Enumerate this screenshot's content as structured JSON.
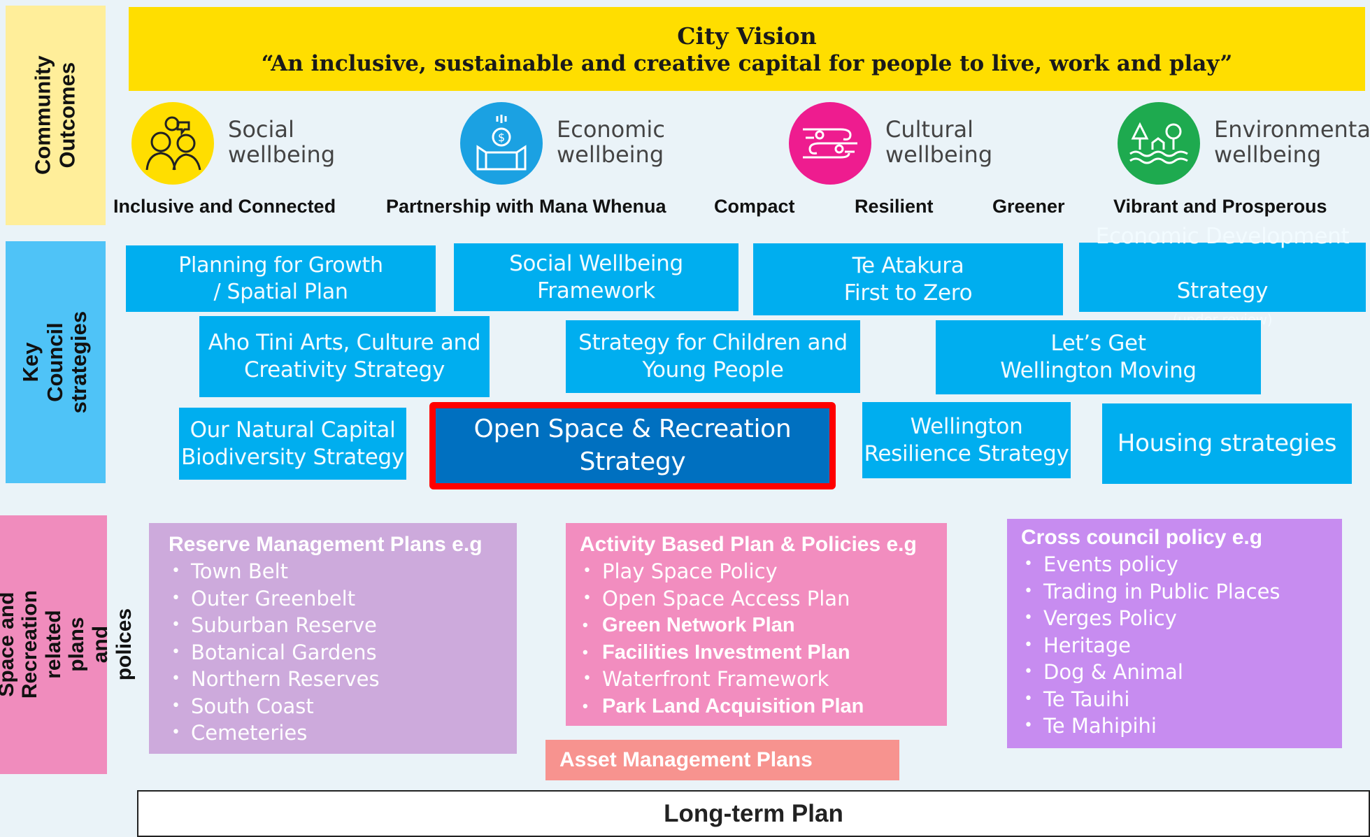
{
  "bands": {
    "community": "Community\nOutcomes",
    "strategies": "Key Council\nstrategies",
    "plans": "Open Space and\nRecreation related plans\nand polices"
  },
  "vision": {
    "title": "City Vision",
    "quote": "“An inclusive, sustainable and creative capital for people to live, work and play”"
  },
  "wellbeing": [
    {
      "label": "Social\nwellbeing",
      "icon": "people-talking-icon",
      "color": "#ffde00"
    },
    {
      "label": "Economic\nwellbeing",
      "icon": "money-box-icon",
      "color": "#1ba1e2"
    },
    {
      "label": "Cultural\nwellbeing",
      "icon": "koru-pattern-icon",
      "color": "#ee1c8f"
    },
    {
      "label": "Environmental\nwellbeing",
      "icon": "tree-water-icon",
      "color": "#1eaa4f"
    }
  ],
  "outcomes": [
    "Inclusive and Connected",
    "Partnership with Mana Whenua",
    "Compact",
    "Resilient",
    "Greener",
    "Vibrant and Prosperous"
  ],
  "strategies": {
    "planning_growth": "Planning for Growth\n/ Spatial Plan",
    "social_framework": "Social Wellbeing\nFramework",
    "te_atakura": "Te Atakura\nFirst to Zero",
    "econ_dev": "Economic Development",
    "econ_dev_line2": "Strategy",
    "econ_dev_note": "(under review)",
    "aho_tini": "Aho Tini Arts, Culture and\nCreativity Strategy",
    "children": "Strategy for Children and\nYoung People",
    "lgwm": "Let’s Get\nWellington Moving",
    "natural_capital": "Our Natural Capital\nBiodiversity Strategy",
    "open_space": "Open Space & Recreation\nStrategy",
    "resilience": "Wellington\nResilience Strategy",
    "housing": "Housing strategies"
  },
  "reserve": {
    "title": "Reserve Management Plans e.g",
    "items": [
      "Town Belt",
      "Outer Greenbelt",
      "Suburban Reserve",
      "Botanical Gardens",
      "Northern Reserves",
      "South Coast",
      "Cemeteries"
    ]
  },
  "activity": {
    "title": "Activity Based Plan & Policies e.g",
    "items": [
      "Play Space Policy",
      "Open Space Access Plan",
      "Green Network Plan",
      "Facilities Investment Plan",
      "Waterfront Framework",
      "Park Land Acquisition Plan"
    ]
  },
  "cross": {
    "title": "Cross council policy e.g",
    "items": [
      "Events policy",
      "Trading in Public Places",
      "Verges Policy",
      "Heritage",
      "Dog & Animal",
      "Te Tauihi",
      "Te Mahipihi"
    ]
  },
  "asset": "Asset Management Plans",
  "ltp": "Long-term Plan",
  "colors": {
    "yellow": "#ffde00",
    "band_blue": "#4fc3f7",
    "strategy_blue": "#00aeef",
    "highlight_blue": "#0070c0",
    "highlight_border": "#ff0000",
    "pink_band": "#f28dbf",
    "lavender": "#c9a8dc",
    "pink_box": "#f28dbf",
    "purple": "#c78cf0",
    "salmon": "#f7938f"
  }
}
